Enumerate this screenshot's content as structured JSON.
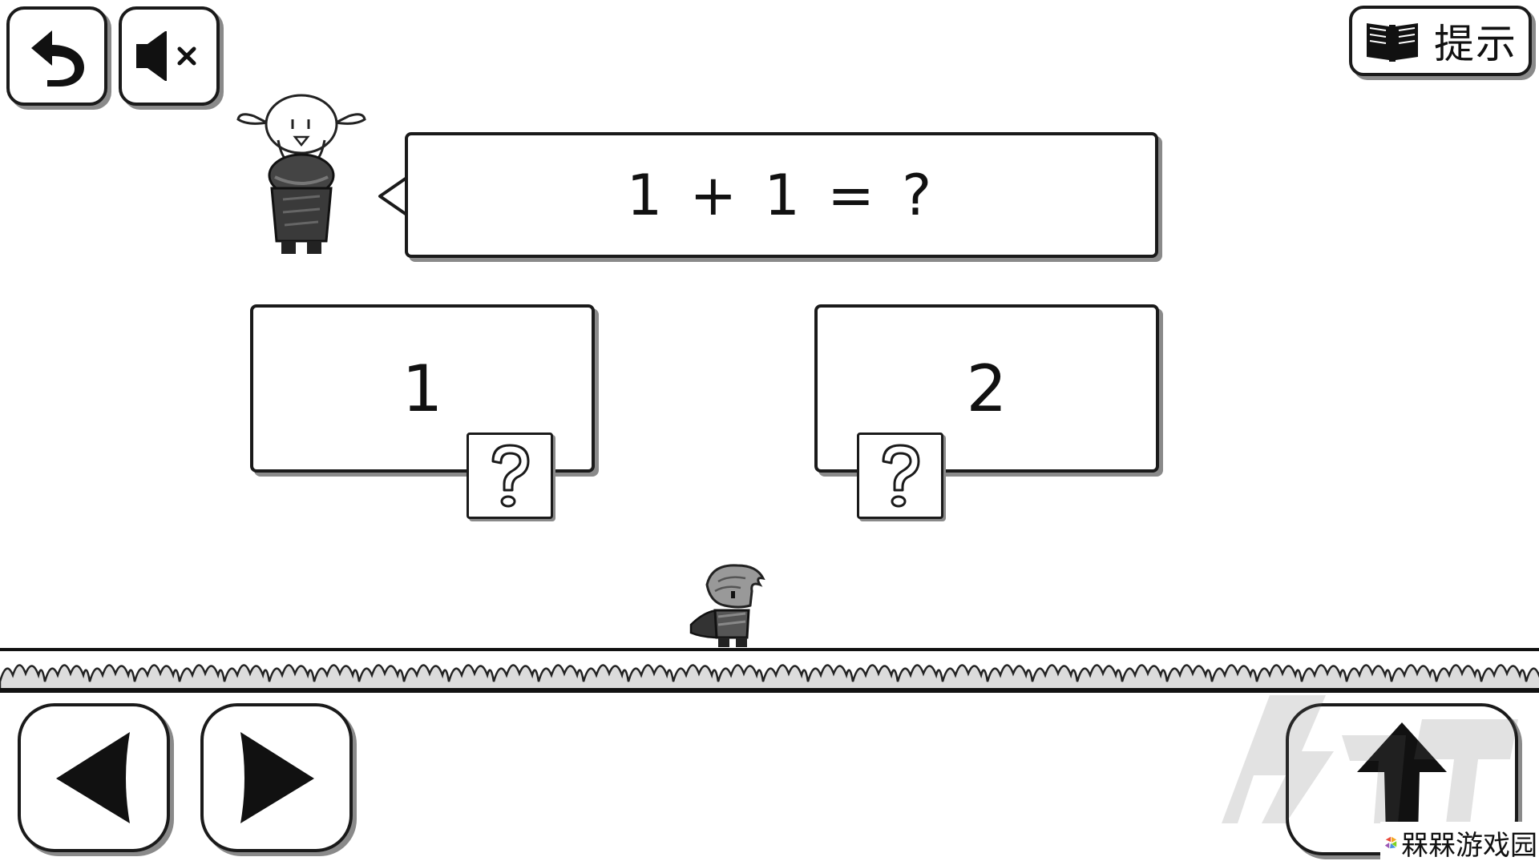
{
  "hud": {
    "back_icon": "undo-arrow-icon",
    "mute_icon": "speaker-muted-icon",
    "hint_label": "提示",
    "hint_icon": "open-book-icon"
  },
  "question": {
    "text": "1 + 1 = ?"
  },
  "answers": [
    {
      "label": "1",
      "block_icon": "question-mark-icon"
    },
    {
      "label": "2",
      "block_icon": "question-mark-icon"
    }
  ],
  "controls": {
    "left_icon": "triangle-left-icon",
    "right_icon": "triangle-right-icon",
    "jump_icon": "arrow-up-icon"
  },
  "watermark": {
    "site_text": "槑槑游戏园"
  },
  "colors": {
    "ink": "#1a1a1a",
    "shadow": "#8a8a8a",
    "background": "#ffffff"
  }
}
